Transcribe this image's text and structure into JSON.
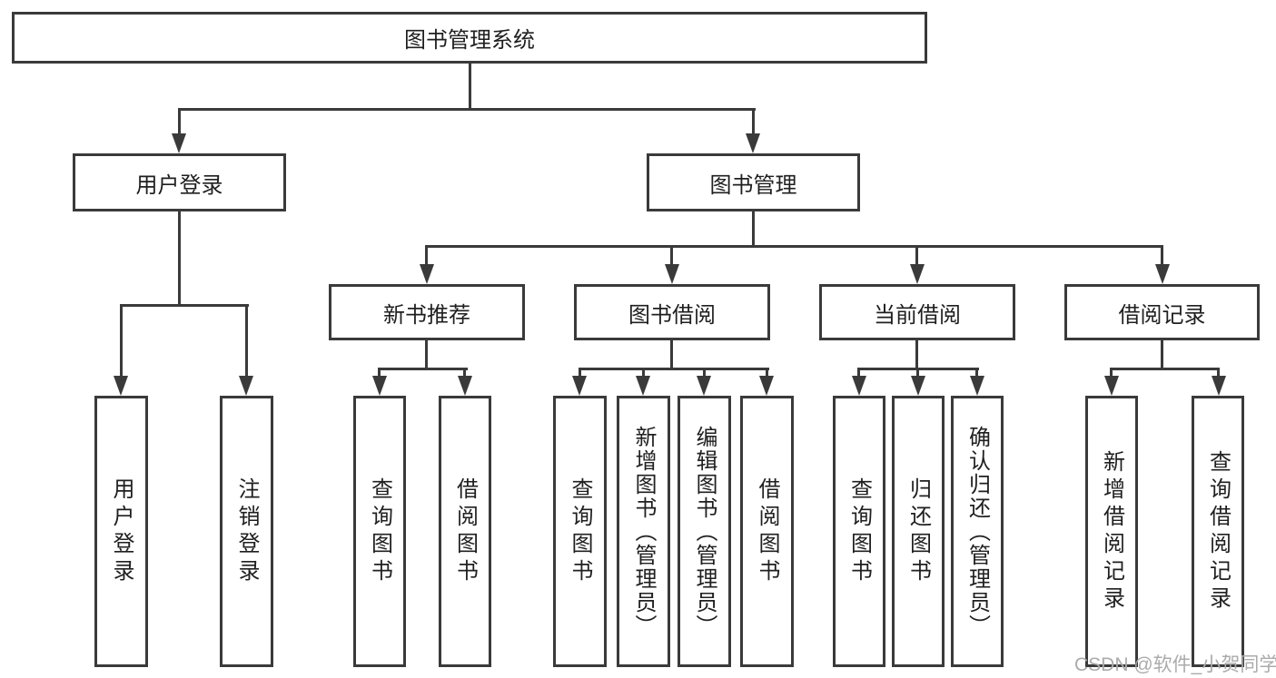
{
  "diagram": {
    "type": "hierarchy-tree",
    "colors": {
      "background": "#ffffff",
      "line": "#3a3a3a",
      "box_border": "#3a3a3a",
      "text": "#1f1f1f",
      "watermark": "#ababab"
    },
    "nodes": {
      "root": "图书管理系统",
      "user_login": "用户登录",
      "book_mgmt": "图书管理",
      "new_book_rec": "新书推荐",
      "book_borrow": "图书借阅",
      "current_borrow": "当前借阅",
      "borrow_records": "借阅记录",
      "leaf_user_login": "用户登录",
      "leaf_logout": "注销登录",
      "leaf_rec_query": "查询图书",
      "leaf_rec_borrow": "借阅图书",
      "leaf_bb_query": "查询图书",
      "leaf_bb_add": "新增图书（管理员）",
      "leaf_bb_edit": "编辑图书（管理员）",
      "leaf_bb_borrow": "借阅图书",
      "leaf_cb_query": "查询图书",
      "leaf_cb_return": "归还图书",
      "leaf_cb_confirm": "确认归还（管理员）",
      "leaf_br_add": "新增借阅记录",
      "leaf_br_query": "查询借阅记录"
    },
    "hierarchy": {
      "图书管理系统": {
        "用户登录": [
          "用户登录",
          "注销登录"
        ],
        "图书管理": {
          "新书推荐": [
            "查询图书",
            "借阅图书"
          ],
          "图书借阅": [
            "查询图书",
            "新增图书（管理员）",
            "编辑图书（管理员）",
            "借阅图书"
          ],
          "当前借阅": [
            "查询图书",
            "归还图书",
            "确认归还（管理员）"
          ],
          "借阅记录": [
            "新增借阅记录",
            "查询借阅记录"
          ]
        }
      }
    },
    "watermark": "CSDN @软件_小贺同学"
  }
}
